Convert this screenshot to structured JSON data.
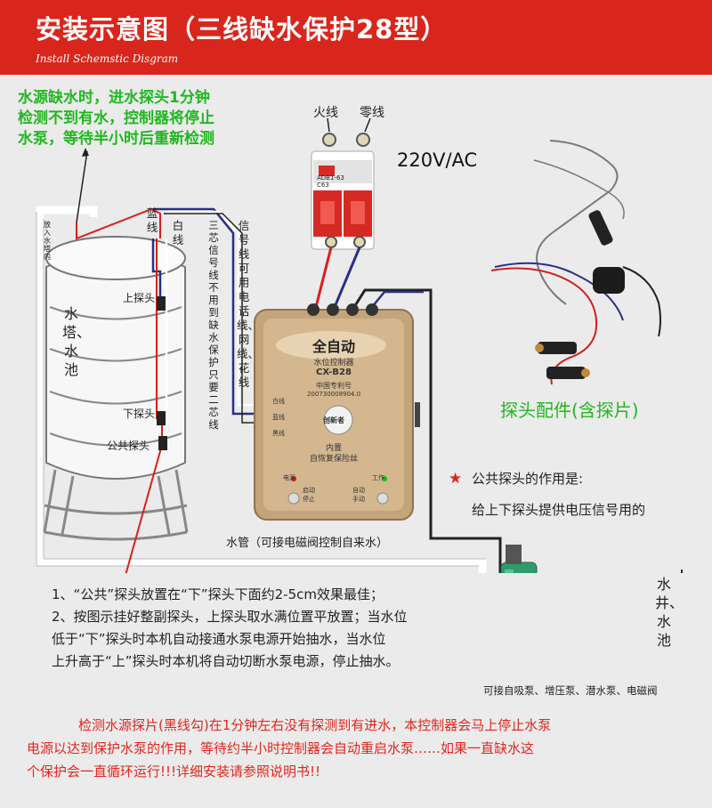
{
  "header": {
    "title": "安装示意图（三线缺水保护28型）",
    "subtitle": "Install Schemstic Disgram",
    "background_color": "#d9261c"
  },
  "note_top": [
    "水源缺水时，进水探头1分钟",
    "检测不到有水，控制器将停止",
    "水泵，等待半小时后重新检测"
  ],
  "breaker": {
    "live_label": "火线",
    "neutral_label": "零线",
    "voltage": "220V/AC",
    "model": "ADB1-63",
    "rating": "C63"
  },
  "tank": {
    "label": "水塔、水池",
    "inlet_label": "放入水塔内",
    "blue_wire": "蓝线",
    "white_wire": "白线",
    "upper_probe": "上探头",
    "lower_probe": "下探头",
    "common_probe": "公共探头"
  },
  "signal_notes": {
    "three_core": "三芯信号线不用到缺水保护只要二芯线",
    "signal": "信号线可用电话线、网线、花线"
  },
  "controller": {
    "brand": "全自动",
    "name": "水位控制器",
    "model": "CX-B28",
    "patent": "中国专利号",
    "patent_no": "200730008904.0",
    "logo": "创新者",
    "feature_line1": "内置",
    "feature_line2": "自恢复保险丝",
    "port_white": "白线",
    "port_blue": "蓝线",
    "port_black": "黑线",
    "led_power": "电源",
    "led_work": "工作",
    "btn_stop": "停止",
    "btn_manual": "手动",
    "btn_auto": "自动",
    "btn_start": "启动"
  },
  "pipe_label": "水管（可接电磁阀控制自来水）",
  "probe_accessories": "探头配件(含探片)",
  "common_note": {
    "star": "★",
    "title": "公共探头的作用是:",
    "desc": "给上下探头提供电压信号用的"
  },
  "well": {
    "label": "水井、水池",
    "pump_note": "可接自吸泵、增压泵、潜水泵、电磁阀"
  },
  "instructions": [
    "1、“公共”探头放置在“下”探头下面约2-5cm效果最佳；",
    "2、按图示挂好整副探头，上探头取水满位置平放置；当水位",
    "低于“下”探头时本机自动接通水泵电源开始抽水，当水位",
    "上升高于“上”探头时本机将自动切断水泵电源，停止抽水。"
  ],
  "footer_note": [
    "检测水源探片(黑线勾)在1分钟左右没有探测到有进水，本控制器会马上停止水泵",
    "电源以达到保护水泵的作用，等待约半小时控制器会自动重启水泵……如果一直缺水这",
    "个保护会一直循环运行!!!详细安装请参照说明书!!"
  ],
  "colors": {
    "green_note": "#1fb81f",
    "red_text": "#e2261c",
    "wire_red": "#d8201a",
    "wire_blue": "#2a2f86",
    "controller_body": "#c4a47a",
    "breaker_red": "#d52a24",
    "pump_green": "#2e9b6c"
  }
}
